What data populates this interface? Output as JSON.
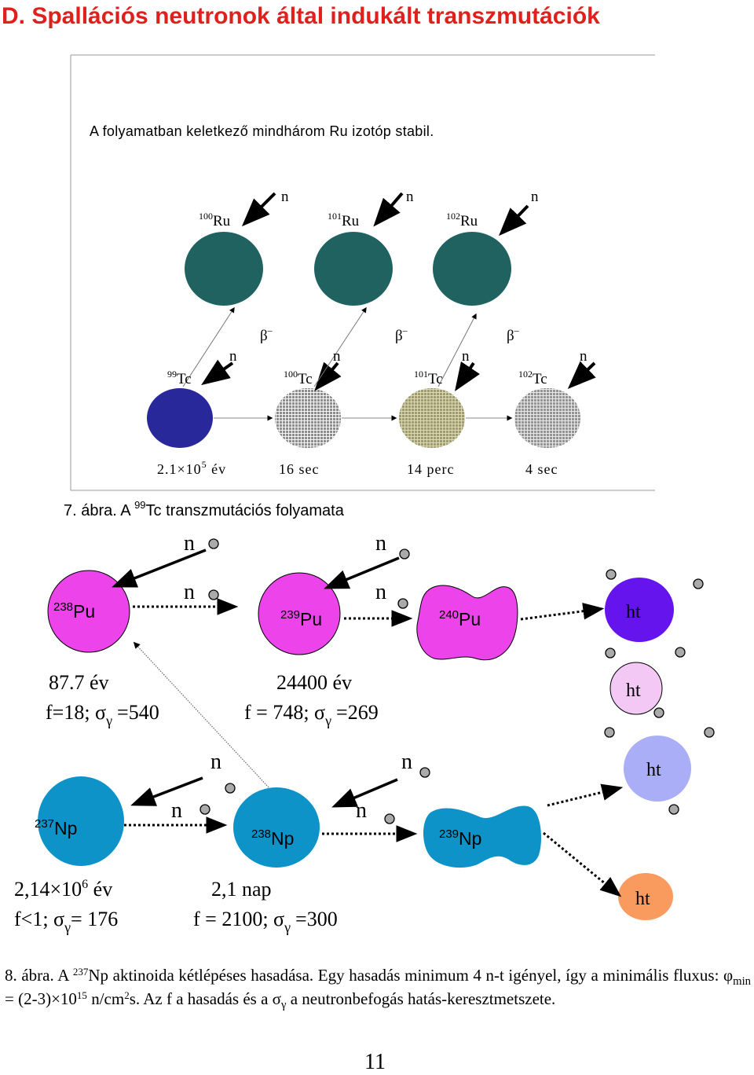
{
  "title": "D. Spallációs  neutronok által indukált transzmutációk",
  "fig7": {
    "note": "A folyamatban keletkező mindhárom Ru izotóp stabil.",
    "ru": [
      {
        "mass": "100",
        "sym": "Ru",
        "color": "#1f6260"
      },
      {
        "mass": "101",
        "sym": "Ru",
        "color": "#1f6260"
      },
      {
        "mass": "102",
        "sym": "Ru",
        "color": "#1f6260"
      }
    ],
    "tc": [
      {
        "mass": "99",
        "sym": "Tc",
        "color": "#28289a",
        "halflife_a": "2.1×10",
        "halflife_exp": "5",
        "halflife_b": " év"
      },
      {
        "mass": "100",
        "sym": "Tc",
        "color": "#9a9a9a",
        "halflife_a": "16 sec",
        "halflife_exp": "",
        "halflife_b": ""
      },
      {
        "mass": "101",
        "sym": "Tc",
        "color": "#b4ad52",
        "halflife_a": "14 perc",
        "halflife_exp": "",
        "halflife_b": ""
      },
      {
        "mass": "102",
        "sym": "Tc",
        "color": "#a7a7a7",
        "halflife_a": "4 sec",
        "halflife_exp": "",
        "halflife_b": ""
      }
    ],
    "neutron": "n",
    "beta": "β",
    "beta_sign": "–",
    "caption_a": "7. ábra. A ",
    "caption_mass": "99",
    "caption_b": "Tc transzmutációs folyamata"
  },
  "fig8": {
    "neutron": "n",
    "pu": [
      {
        "mass": "238",
        "sym": "Pu",
        "color": "#ec44ea"
      },
      {
        "mass": "239",
        "sym": "Pu",
        "color": "#ec44ea"
      },
      {
        "mass": "240",
        "sym": "Pu",
        "color": "#ec44ea"
      }
    ],
    "np": [
      {
        "mass": "237",
        "sym": "Np",
        "color": "#0d93c8"
      },
      {
        "mass": "238",
        "sym": "Np",
        "color": "#0d93c8"
      },
      {
        "mass": "239",
        "sym": "Np",
        "color": "#0d93c8"
      }
    ],
    "ht": [
      {
        "label": "ht",
        "color": "#6514ee"
      },
      {
        "label": "ht",
        "color": "#f3c8f5"
      },
      {
        "label": "ht",
        "color": "#a9aef7"
      },
      {
        "label": "ht",
        "color": "#f99a5e"
      }
    ],
    "pu238_life": "87.7 év",
    "pu238_f": "f=18; σ",
    "pu238_sig": "=540",
    "pu239_life": "24400 év",
    "pu239_f": "f = 748; σ",
    "pu239_sig": "=269",
    "np237_life_a": "2,14×10",
    "np237_life_exp": "6",
    "np237_life_b": " év",
    "np237_f": "f<1; σ",
    "np237_sig": "= 176",
    "np238_life": "2,1 nap",
    "np238_f": "f = 2100; σ",
    "np238_sig": "=300",
    "gamma": "γ"
  },
  "caption8": {
    "a": "8. ábra. A ",
    "mass": "237",
    "b": "Np aktinoida kétlépéses hasadása. Egy hasadás minimum 4 n-t igényel, így a minimális fluxus: ",
    "phi": "φ",
    "phi_sub": "min",
    "c": " = (2-3)×10",
    "exp15": "15",
    "d": " n/cm",
    "exp2": "2",
    "e": "s. Az f a hasadás és a ",
    "sigma": "σ",
    "gamma": "γ",
    "f": " a neutronbefogás hatás-keresztmetszete."
  },
  "page_number": "11"
}
